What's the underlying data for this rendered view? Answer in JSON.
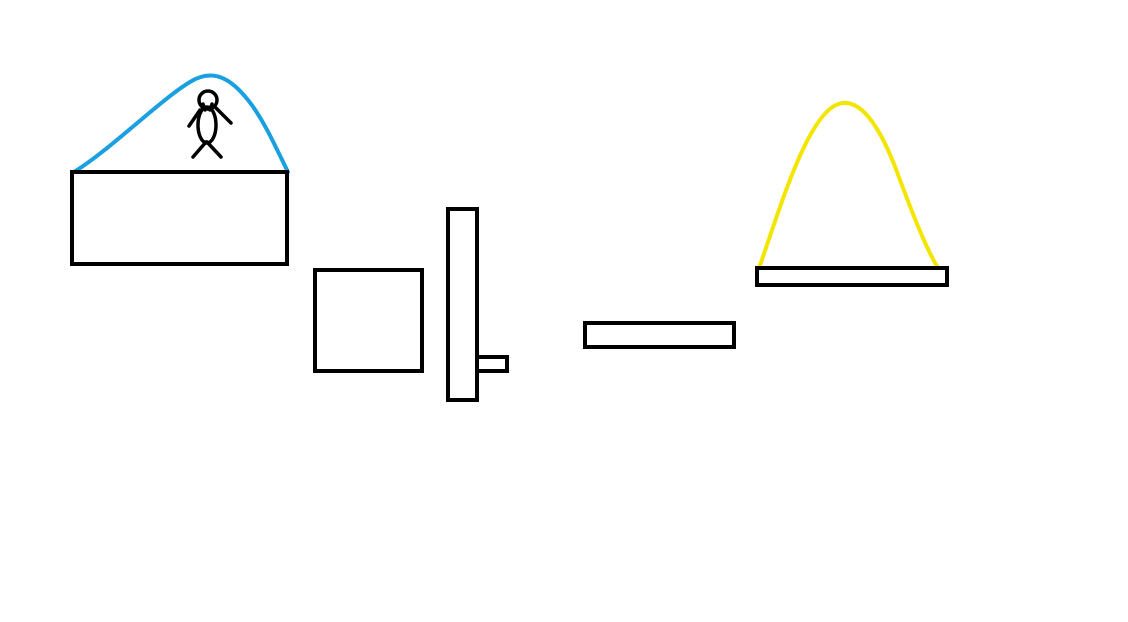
{
  "scene": {
    "background_color": "#ffffff",
    "outline_color": "#000000",
    "colors": {
      "jump_arc_blue": "#1aa0e0",
      "jump_arc_yellow": "#f2e600"
    },
    "platforms": [
      {
        "id": "start-platform",
        "shape": "rectangle"
      },
      {
        "id": "square-block",
        "shape": "square"
      },
      {
        "id": "tall-pillar",
        "shape": "vertical bar"
      },
      {
        "id": "pillar-ledge",
        "shape": "small rectangle"
      },
      {
        "id": "floating-platform",
        "shape": "thin horizontal bar"
      },
      {
        "id": "goal-platform",
        "shape": "thin horizontal bar"
      }
    ],
    "character": {
      "type": "stick-figure"
    },
    "arcs": [
      {
        "id": "jump-arc-blue",
        "color": "blue"
      },
      {
        "id": "jump-arc-yellow",
        "color": "yellow"
      }
    ]
  }
}
